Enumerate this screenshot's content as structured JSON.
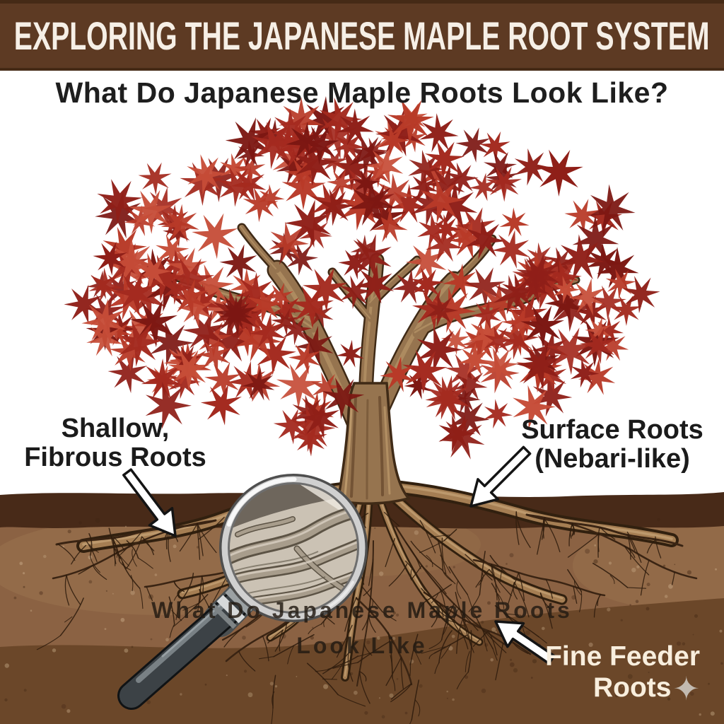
{
  "header": {
    "title": "EXPLORING THE JAPANESE MAPLE ROOT SYSTEM"
  },
  "subtitle": "What Do Japanese Maple Roots Look Like?",
  "annotations": {
    "shallow_roots": {
      "line1": "Shallow,",
      "line2": "Fibrous Roots"
    },
    "surface_roots": {
      "line1": "Surface Roots",
      "line2": "(Nebari-like)"
    },
    "feeder_roots": {
      "line1": "Fine Feeder",
      "line2": "Roots",
      "sparkle_icon": "✦"
    },
    "soil_overlay": {
      "line1": "What Do Japanese Maple Roots",
      "line2": "Look Like"
    }
  },
  "colors": {
    "sky": "#ffffff",
    "banner_bg": "#5d3a23",
    "banner_edge": "#452a16",
    "banner_text": "#f6efe6",
    "subtitle_text": "#1e1e1e",
    "label_text": "#1b1b1b",
    "feeder_text": "#f8eedd",
    "sparkle": "#c2bab0",
    "overlay_text": "#221a12",
    "soil_top_band": "#482a18",
    "soil_main": "#8b6243",
    "soil_light": "#9d7751",
    "soil_bottom": "#6b4729",
    "speckle_dark": "#3e2412",
    "speckle_light": "#dec4a0",
    "root_outline": "#31200f",
    "root_tan": "#a57e53",
    "root_tan_highlight": "#cbaa7d",
    "root_dark": "#3a2413",
    "root_fine": "#2e1b0d",
    "trunk_fill": "#96744f",
    "trunk_outline": "#3f2a16",
    "trunk_streak": "#6d4e30",
    "trunk_highlight": "#c4a171",
    "leaf_palette": [
      "#7c1712",
      "#8f1f18",
      "#a42a1f",
      "#b83a28",
      "#c64d38"
    ],
    "arrow_fill": "#ffffff",
    "arrow_stroke": "#141414",
    "lens_bg": "#cbc2b4",
    "lens_top": "#6e665c",
    "lens_glare": "#efeae1",
    "lens_root": "#a89d8c",
    "lens_root_outline": "#5c5345",
    "lens_root_highlight": "#d8d0c2",
    "rim_outer": "#4f4f4f",
    "rim_light": "#d0d0d0",
    "rim_inner": "#6e6e6e",
    "handle_dark": "#101315",
    "handle_mid": "#3c4246",
    "handle_highlight": "#848c90",
    "ferrule_light": "#eceeef",
    "ferrule_mid": "#9ba1a3",
    "ferrule_shade": "#7e8486"
  }
}
